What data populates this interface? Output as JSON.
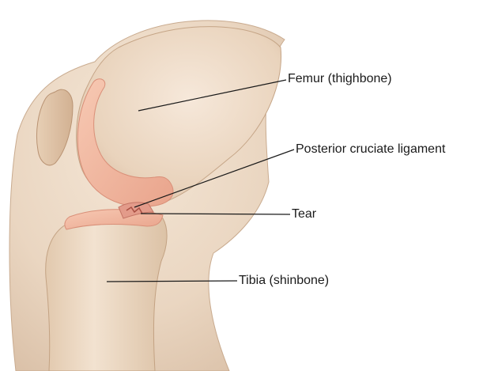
{
  "labels": {
    "femur": "Femur (thighbone)",
    "pcl": "Posterior cruciate ligament",
    "tear": "Tear",
    "tibia": "Tibia (shinbone)"
  },
  "colors": {
    "background": "#ffffff",
    "skin": "#ecd9c6",
    "bone": "#e8d2b8",
    "cartilage": "#f1b9a2",
    "ligament": "#e39b8a",
    "leader_line": "#1a1a1a"
  }
}
